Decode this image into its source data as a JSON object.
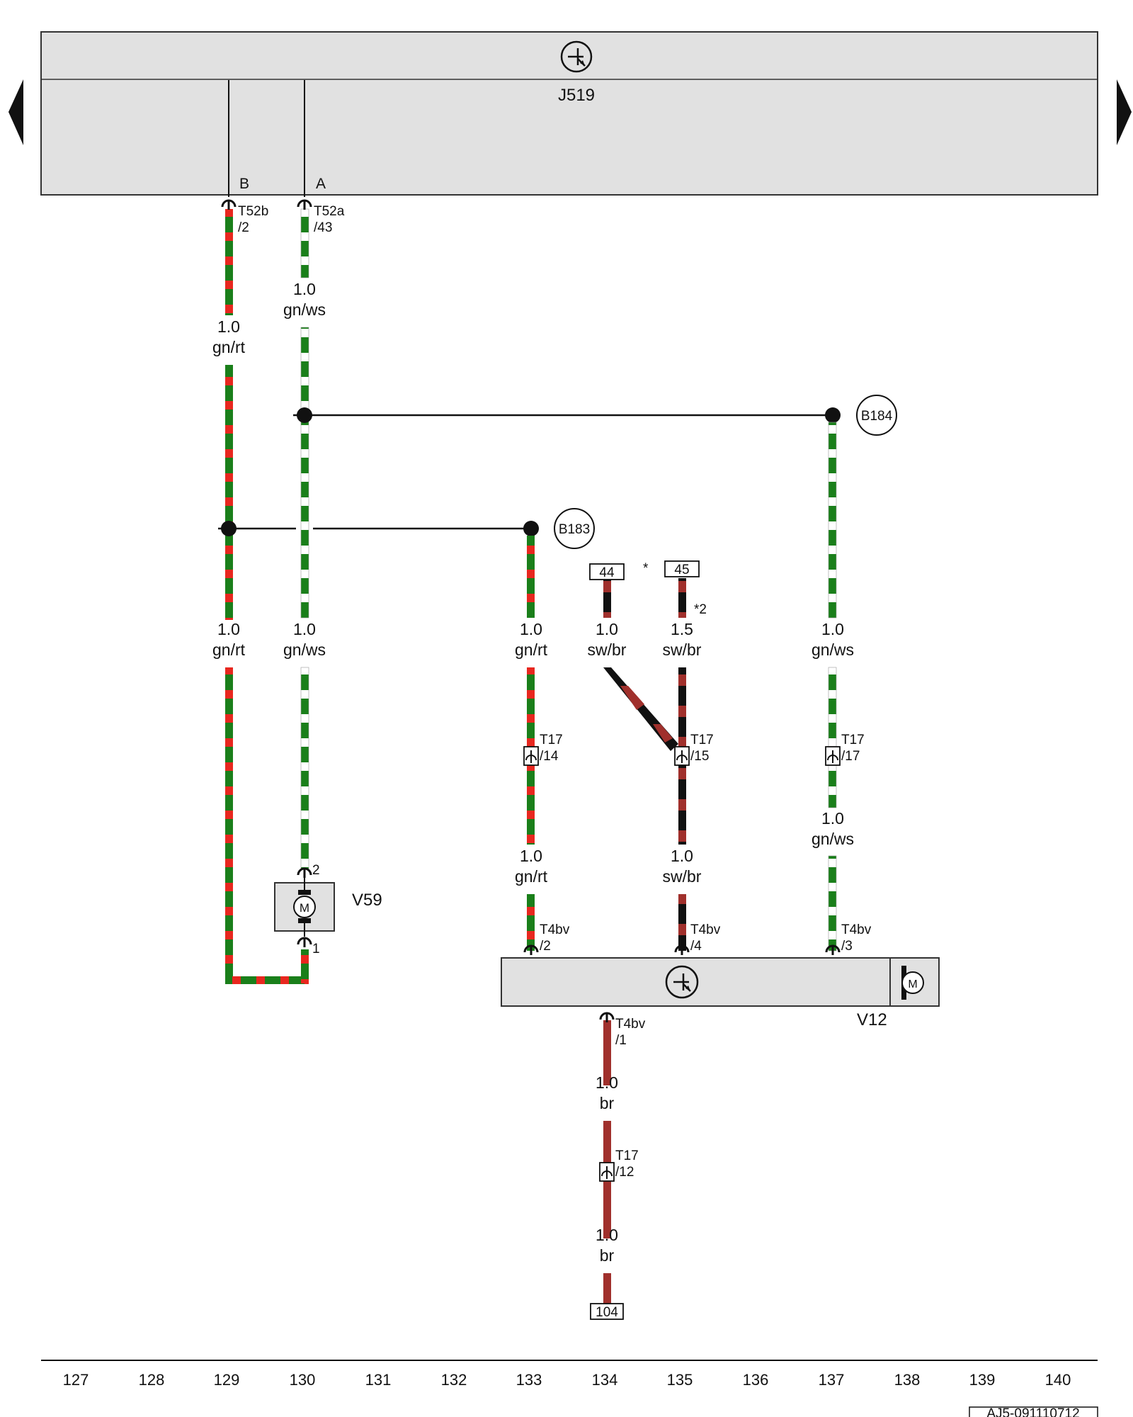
{
  "colors": {
    "green": "#1a7f1a",
    "red": "#e8271f",
    "white": "#ffffff",
    "black": "#111111",
    "brown": "#a0302c",
    "component_fill": "#e1e1e1"
  },
  "components": {
    "j519": {
      "label": "J519",
      "icon": "transistor-icon"
    },
    "v59": {
      "label": "V59",
      "icon": "motor-icon"
    },
    "v12": {
      "label": "V12",
      "icon": "transistor-icon",
      "motor_icon": "motor-icon"
    }
  },
  "pins": {
    "j519_b": "B",
    "j519_a": "A",
    "v59_pin2": "2",
    "v59_pin1": "1"
  },
  "connectors": {
    "t52b": [
      "T52b",
      "/2"
    ],
    "t52a": [
      "T52a",
      "/43"
    ],
    "t17_14": [
      "T17",
      "/14"
    ],
    "t17_15": [
      "T17",
      "/15"
    ],
    "t17_17": [
      "T17",
      "/17"
    ],
    "t4bv_2": [
      "T4bv",
      "/2"
    ],
    "t4bv_4": [
      "T4bv",
      "/4"
    ],
    "t4bv_3": [
      "T4bv",
      "/3"
    ],
    "t4bv_1": [
      "T4bv",
      "/1"
    ],
    "t17_12": [
      "T17",
      "/12"
    ]
  },
  "splices": {
    "b184": "B184",
    "b183": "B183"
  },
  "refs": {
    "ref44": "44",
    "ref45": "45",
    "ref104": "104",
    "star": "*",
    "star2": "*2"
  },
  "wires": {
    "w1": [
      "1.0",
      "gn/rt"
    ],
    "w2": [
      "1.0",
      "gn/ws"
    ],
    "w3": [
      "1.0",
      "gn/rt"
    ],
    "w4": [
      "1.0",
      "gn/ws"
    ],
    "w5": [
      "1.0",
      "gn/rt"
    ],
    "w6": [
      "1.0",
      "sw/br"
    ],
    "w7": [
      "1.5",
      "sw/br"
    ],
    "w8": [
      "1.0",
      "gn/ws"
    ],
    "w9": [
      "1.0",
      "gn/rt"
    ],
    "w10": [
      "1.0",
      "sw/br"
    ],
    "w11": [
      "1.0",
      "gn/ws"
    ],
    "w12": [
      "1.0",
      "br"
    ],
    "w13": [
      "1.0",
      "br"
    ]
  },
  "columns": [
    "127",
    "128",
    "129",
    "130",
    "131",
    "132",
    "133",
    "134",
    "135",
    "136",
    "137",
    "138",
    "139",
    "140"
  ],
  "doc_id": "AJ5-091110712",
  "nav": {
    "prev_icon": "triangle-left-icon",
    "next_icon": "triangle-right-icon"
  }
}
